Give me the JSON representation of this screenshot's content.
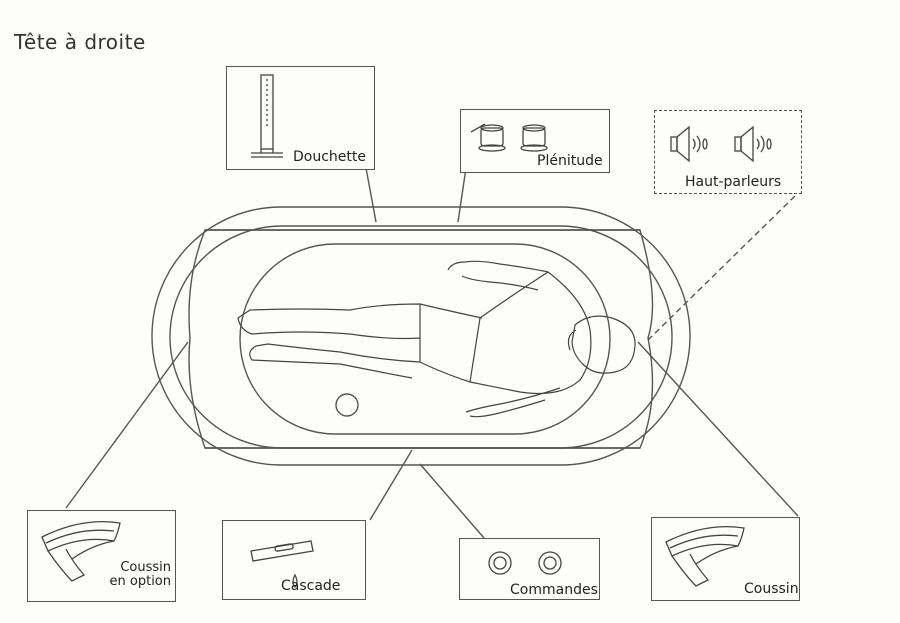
{
  "title": "Tête à droite",
  "callouts": {
    "douchette": "Douchette",
    "plenitude": "Plénitude",
    "haut_parleurs": "Haut-parleurs",
    "coussin_option_line1": "Coussin",
    "coussin_option_line2": "en option",
    "cascade": "Cascade",
    "commandes": "Commandes",
    "coussin": "Coussin"
  },
  "colors": {
    "line": "#555555",
    "ink": "#222222",
    "paper": "#fdfdfb"
  }
}
